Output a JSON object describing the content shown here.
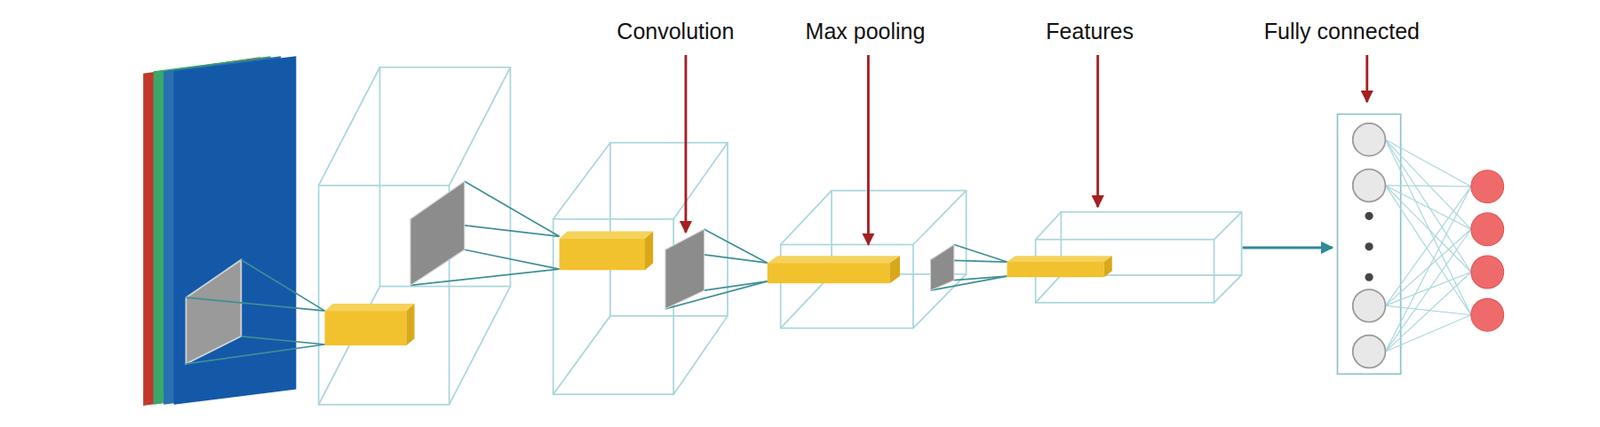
{
  "diagram": {
    "labels": [
      "Convolution",
      "Max pooling",
      "Features",
      "Fully connected"
    ]
  }
}
